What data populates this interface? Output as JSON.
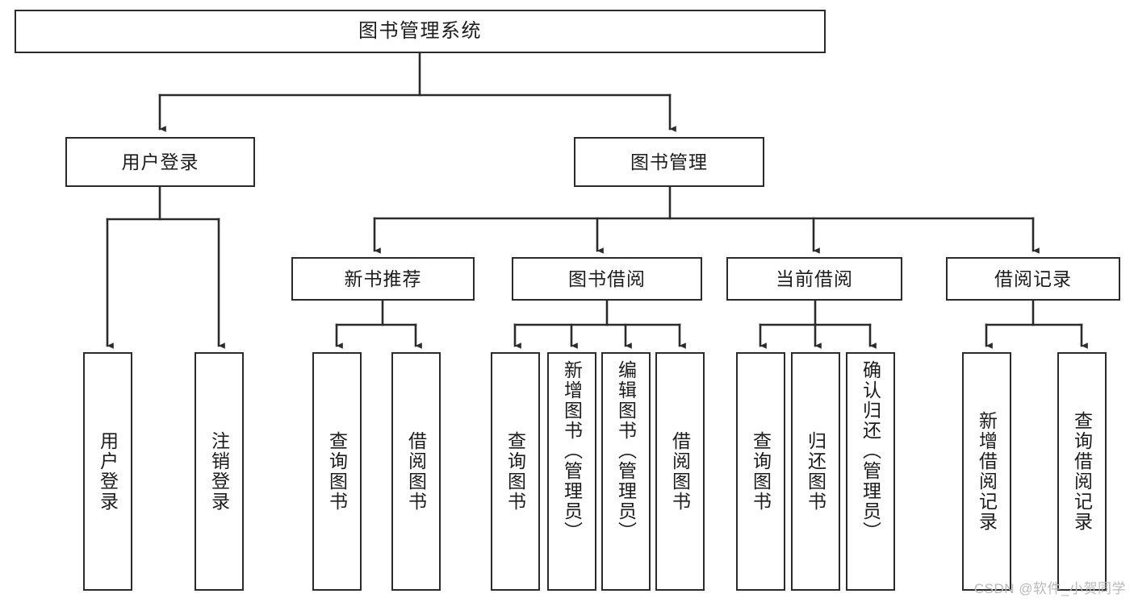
{
  "diagram": {
    "type": "tree",
    "title": "图书管理系统",
    "watermark": "CSDN @软件_小贺同学",
    "colors": {
      "box_border": "#2b2b2b",
      "box_fill": "#ffffff",
      "connector": "#2b2b2b",
      "text": "#1c1c1c",
      "watermark": "#b9b9b9",
      "background": "#ffffff"
    },
    "levels": {
      "root": "图书管理系统",
      "level2": [
        "用户登录",
        "图书管理"
      ],
      "level3": [
        "新书推荐",
        "图书借阅",
        "当前借阅",
        "借阅记录"
      ]
    },
    "nodes": {
      "root": {
        "label": "图书管理系统"
      },
      "user_login": {
        "label": "用户登录"
      },
      "book_manage": {
        "label": "图书管理"
      },
      "new_book_rec": {
        "label": "新书推荐"
      },
      "book_borrow": {
        "label": "图书借阅"
      },
      "current_borrow": {
        "label": "当前借阅"
      },
      "borrow_record": {
        "label": "借阅记录"
      },
      "leaf_user_login": {
        "label": "用户登录"
      },
      "leaf_logout": {
        "label": "注销登录"
      },
      "leaf_query_book_1": {
        "label": "查询图书"
      },
      "leaf_borrow_book_1": {
        "label": "借阅图书"
      },
      "leaf_query_book_2": {
        "label": "查询图书"
      },
      "leaf_add_book": {
        "label": "新增图书（管理员）"
      },
      "leaf_edit_book": {
        "label": "编辑图书（管理员）"
      },
      "leaf_borrow_book_2": {
        "label": "借阅图书"
      },
      "leaf_query_book_3": {
        "label": "查询图书"
      },
      "leaf_return_book": {
        "label": "归还图书"
      },
      "leaf_confirm_return": {
        "label": "确认归还（管理员）"
      },
      "leaf_add_record": {
        "label": "新增借阅记录"
      },
      "leaf_query_record": {
        "label": "查询借阅记录"
      }
    },
    "edges": [
      {
        "from": "root",
        "to": "user_login"
      },
      {
        "from": "root",
        "to": "book_manage"
      },
      {
        "from": "user_login",
        "to": "leaf_user_login"
      },
      {
        "from": "user_login",
        "to": "leaf_logout"
      },
      {
        "from": "book_manage",
        "to": "new_book_rec"
      },
      {
        "from": "book_manage",
        "to": "book_borrow"
      },
      {
        "from": "book_manage",
        "to": "current_borrow"
      },
      {
        "from": "book_manage",
        "to": "borrow_record"
      },
      {
        "from": "new_book_rec",
        "to": "leaf_query_book_1"
      },
      {
        "from": "new_book_rec",
        "to": "leaf_borrow_book_1"
      },
      {
        "from": "book_borrow",
        "to": "leaf_query_book_2"
      },
      {
        "from": "book_borrow",
        "to": "leaf_add_book"
      },
      {
        "from": "book_borrow",
        "to": "leaf_edit_book"
      },
      {
        "from": "book_borrow",
        "to": "leaf_borrow_book_2"
      },
      {
        "from": "current_borrow",
        "to": "leaf_query_book_3"
      },
      {
        "from": "current_borrow",
        "to": "leaf_return_book"
      },
      {
        "from": "current_borrow",
        "to": "leaf_confirm_return"
      },
      {
        "from": "borrow_record",
        "to": "leaf_add_record"
      },
      {
        "from": "borrow_record",
        "to": "leaf_query_record"
      }
    ]
  }
}
